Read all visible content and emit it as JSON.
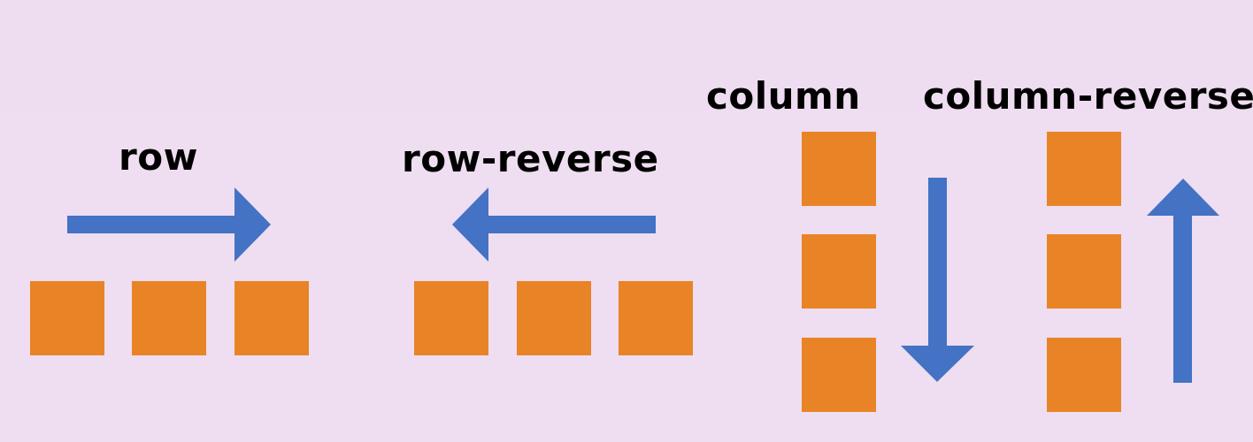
{
  "diagram": {
    "labels": {
      "row": "row",
      "row_reverse": "row-reverse",
      "column": "column",
      "column_reverse": "column-reverse"
    },
    "colors": {
      "background": "#EEDDF0",
      "box": "#E88425",
      "arrow": "#4472C4",
      "text": "#000000"
    }
  }
}
